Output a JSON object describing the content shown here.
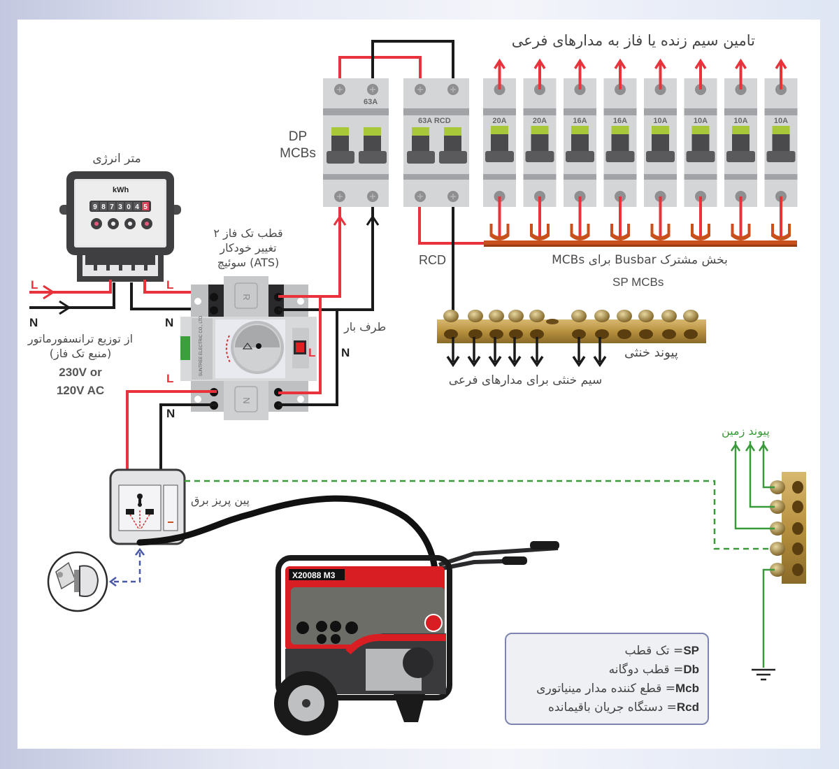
{
  "title": "تامین سیم زنده یا فاز به مدارهای فرعی",
  "dp_mcbs_label": {
    "line1": "DP",
    "line2": "MCBs"
  },
  "main_breaker": {
    "rating": "63A"
  },
  "rcd_breaker": {
    "rating": "63A RCD"
  },
  "sp_breakers": [
    {
      "rating": "20A"
    },
    {
      "rating": "20A"
    },
    {
      "rating": "16A"
    },
    {
      "rating": "16A"
    },
    {
      "rating": "10A"
    },
    {
      "rating": "10A"
    },
    {
      "rating": "10A"
    },
    {
      "rating": "10A"
    }
  ],
  "busbar_label": "MCBs برای Busbar بخش مشترک",
  "sp_mcbs_label": "SP MCBs",
  "rcd_label": "RCD",
  "energy_meter": {
    "title": "متر انرژی",
    "unit": "kWh",
    "digits": [
      "9",
      "8",
      "7",
      "3",
      "0",
      "4",
      "5"
    ]
  },
  "source": {
    "line1": "از توزیع ترانسفورماتور",
    "line2": "(منبع تک فاز)",
    "voltage1": "230V or",
    "voltage2": "120V AC"
  },
  "ats": {
    "line1": "قطب تک فاز ۲",
    "line2": "تغییر خودکار",
    "line3": "(ATS) سوئیچ",
    "brand": "SUNTREE ELECTRIC CO., LTD",
    "top_port": "R",
    "bottom_port": "N"
  },
  "load_side_label": "طرف بار",
  "wire_labels": {
    "live": "L",
    "neutral": "N"
  },
  "neutral_bar": {
    "label": "پیوند خنثی",
    "wires_label": "سیم خنثی برای مدارهای فرعی"
  },
  "socket": {
    "label": "پین پریز برق"
  },
  "generator": {
    "model": "X20088 M3"
  },
  "earth_bar": {
    "label": "پیوند زمین"
  },
  "legend": [
    {
      "abbr": "SP",
      "meaning": "تک قطب"
    },
    {
      "abbr": "Db",
      "meaning": "قطب دوگانه"
    },
    {
      "abbr": "Mcb",
      "meaning": "قطع کننده مدار مینیاتوری"
    },
    {
      "abbr": "Rcd",
      "meaning": "دستگاه جریان باقیمانده"
    }
  ],
  "colors": {
    "live": "#e8323c",
    "neutral": "#1a1a1a",
    "earth": "#3a9a3a",
    "busbar": "#c8501c",
    "breaker_body": "#d4d5d7",
    "breaker_toggle": "#a8c83a",
    "brass": "#b08a3a",
    "legend_border": "#7d84b0",
    "pointer": "#4a58a8"
  }
}
